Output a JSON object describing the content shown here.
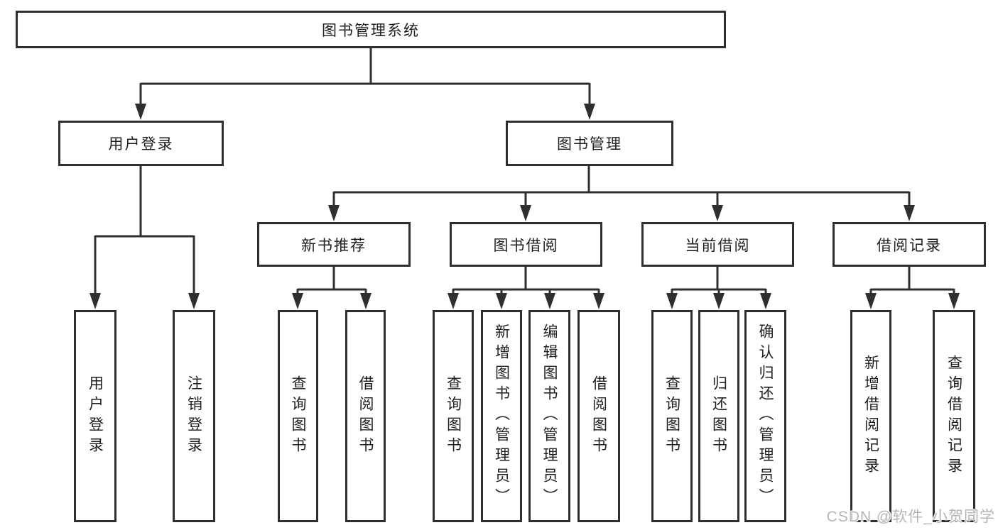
{
  "diagram": {
    "root": "图书管理系统",
    "level2": [
      "用户登录",
      "图书管理"
    ],
    "level3": [
      "新书推荐",
      "图书借阅",
      "当前借阅",
      "借阅记录"
    ],
    "leaves": [
      "用户登录",
      "注销登录",
      "查询图书",
      "借阅图书",
      "查询图书",
      "新增图书（管理员）",
      "编辑图书（管理员）",
      "借阅图书",
      "查询图书",
      "归还图书",
      "确认归还（管理员）",
      "新增借阅记录",
      "查询借阅记录"
    ]
  },
  "watermark": "CSDN @软件_小贺同学",
  "colors": {
    "line": "#2f2f2f",
    "text": "#1e1e1e",
    "watermark": "#b5b5b5",
    "background": "#ffffff"
  }
}
